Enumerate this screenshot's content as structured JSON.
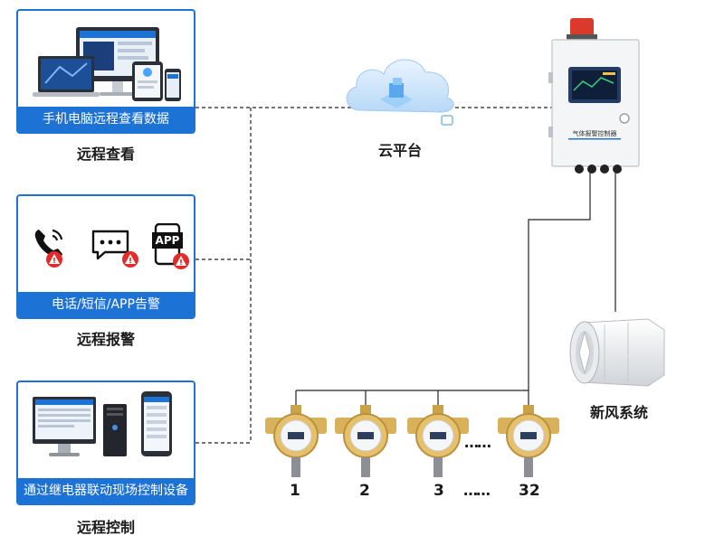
{
  "panels": [
    {
      "banner": "手机电脑远程查看数据",
      "caption": "远程查看"
    },
    {
      "banner": "电话/短信/APP告警",
      "caption": "远程报警"
    },
    {
      "banner": "通过继电器联动现场控制设备",
      "caption": "远程控制"
    }
  ],
  "cloud": {
    "label": "云平台"
  },
  "controller": {
    "label": "气体报警控制器"
  },
  "fan": {
    "label": "新风系统"
  },
  "app_icon_text": "APP",
  "detectors": [
    "1",
    "2",
    "3",
    "32"
  ],
  "ellipsis": "……",
  "colors": {
    "accent": "#1d72d6",
    "alarm_red": "#e32b2b"
  }
}
